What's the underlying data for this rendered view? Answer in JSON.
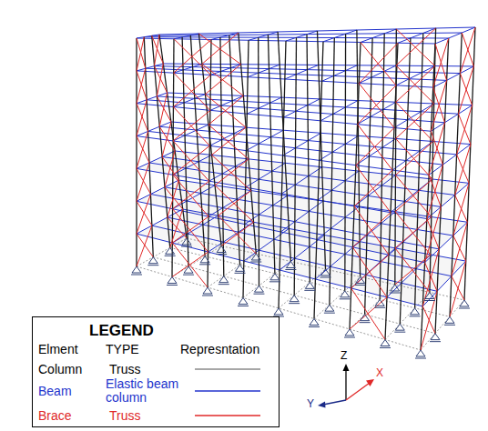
{
  "diagram": {
    "nodes": [
      {
        "text": [
          "LEGEND"
        ]
      }
    ],
    "labels": [
      "Elment",
      "TYPE",
      "Represntation",
      "Truss",
      "Elastic beam column",
      "Truss",
      "Z",
      "X",
      "Y"
    ],
    "legend": [
      {
        "text": "Column"
      },
      {
        "text": "Beam"
      },
      {
        "text": "Brace"
      }
    ]
  }
}
